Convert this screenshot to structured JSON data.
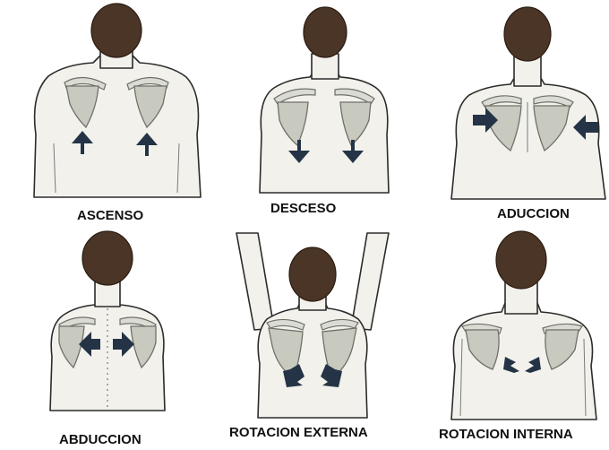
{
  "panels": [
    {
      "id": "ascenso",
      "label": "ASCENSO",
      "arrow_direction": "up"
    },
    {
      "id": "desceso",
      "label": "DESCESO",
      "arrow_direction": "down"
    },
    {
      "id": "aduccion",
      "label": "ADUCCION",
      "arrow_direction": "inward"
    },
    {
      "id": "abduccion",
      "label": "ABDUCCION",
      "arrow_direction": "outward"
    },
    {
      "id": "rotacion-externa",
      "label": "ROTACION EXTERNA",
      "arrow_direction": "rotate-outward"
    },
    {
      "id": "rotacion-interna",
      "label": "ROTACION INTERNA",
      "arrow_direction": "rotate-inward"
    }
  ],
  "colors": {
    "skin": "#f3f1ec",
    "hair": "#4a3526",
    "scapula": "#c8c9bf",
    "arrow": "#243446"
  }
}
